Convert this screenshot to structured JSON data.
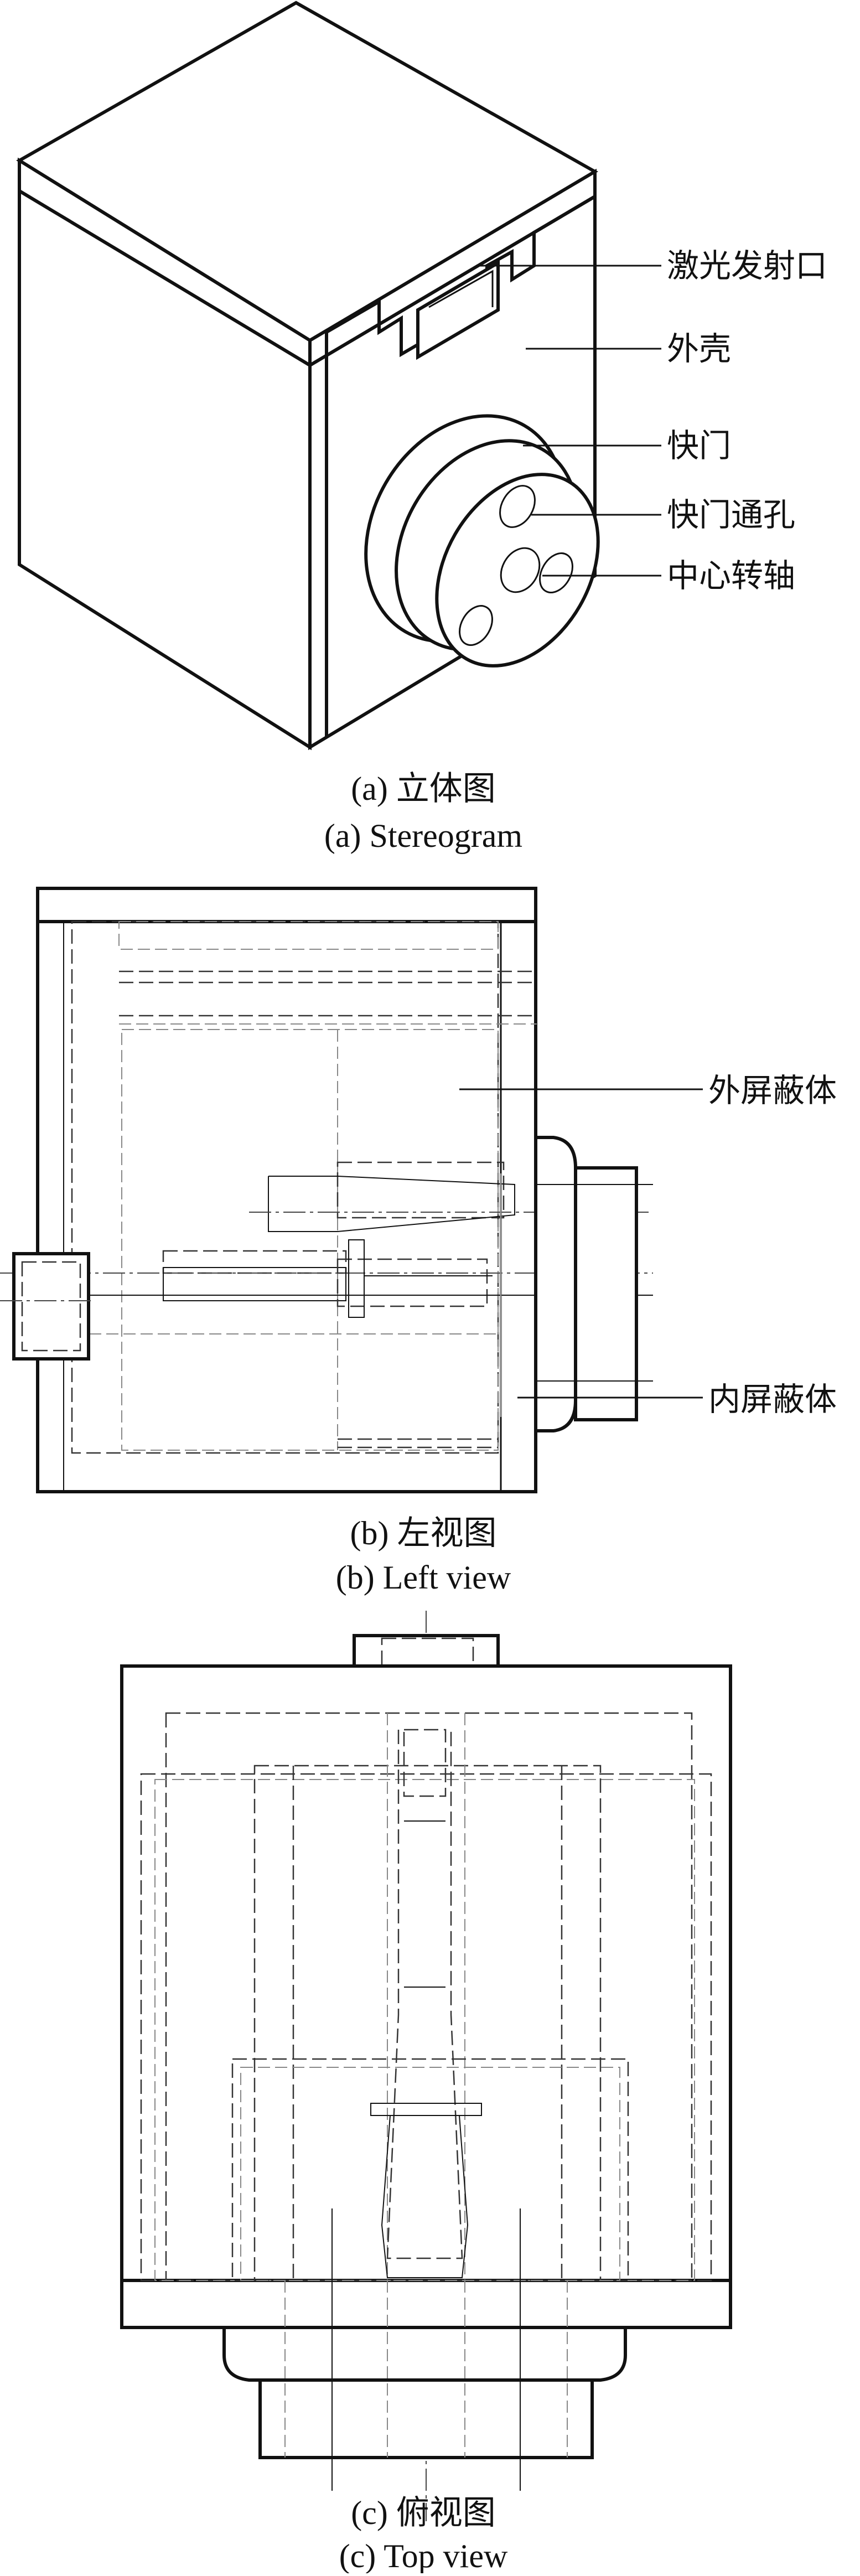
{
  "figure_a": {
    "labels": {
      "laser_port": "激光发射口",
      "housing": "外壳",
      "shutter": "快门",
      "shutter_hole": "快门通孔",
      "center_shaft": "中心转轴"
    },
    "caption_cn": "(a) 立体图",
    "caption_en": "(a) Stereogram"
  },
  "figure_b": {
    "labels": {
      "outer_shield": "外屏蔽体",
      "inner_shield": "内屏蔽体"
    },
    "caption_cn": "(b) 左视图",
    "caption_en": "(b) Left view"
  },
  "figure_c": {
    "caption_cn": "(c) 俯视图",
    "caption_en": "(c) Top view"
  }
}
